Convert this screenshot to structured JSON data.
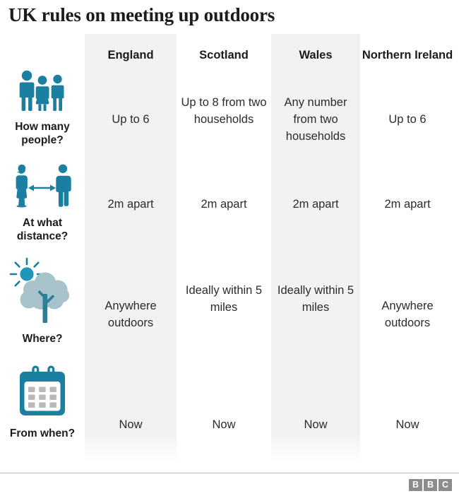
{
  "title": "UK rules on meeting up outdoors",
  "colors": {
    "teal": "#1a7fa0",
    "teal_light": "#2196b8",
    "cloud": "#a8c2cc",
    "band": "#f2f2f2",
    "text": "#1c1c1c",
    "logo_gray": "#8c8c8c"
  },
  "columns": [
    {
      "key": "england",
      "label": "England",
      "shaded": true
    },
    {
      "key": "scotland",
      "label": "Scotland",
      "shaded": false
    },
    {
      "key": "wales",
      "label": "Wales",
      "shaded": true
    },
    {
      "key": "ni",
      "label": "Northern Ireland",
      "shaded": false
    }
  ],
  "rows": [
    {
      "key": "people",
      "caption": "How many people?",
      "icon": "three-people-icon",
      "values": {
        "england": "Up to 6",
        "scotland": "Up to 8 from two households",
        "wales": "Any number from two households",
        "ni": "Up to 6"
      }
    },
    {
      "key": "distance",
      "caption": "At what distance?",
      "icon": "social-distance-icon",
      "values": {
        "england": "2m apart",
        "scotland": "2m apart",
        "wales": "2m apart",
        "ni": "2m apart"
      }
    },
    {
      "key": "where",
      "caption": "Where?",
      "icon": "sun-tree-outdoors-icon",
      "values": {
        "england": "Anywhere outdoors",
        "scotland": "Ideally within 5 miles",
        "wales": "Ideally within 5 miles",
        "ni": "Anywhere outdoors"
      }
    },
    {
      "key": "when",
      "caption": "From when?",
      "icon": "calendar-icon",
      "values": {
        "england": "Now",
        "scotland": "Now",
        "wales": "Now",
        "ni": "Now"
      }
    }
  ],
  "footer": {
    "logo_letters": [
      "B",
      "B",
      "C"
    ]
  }
}
